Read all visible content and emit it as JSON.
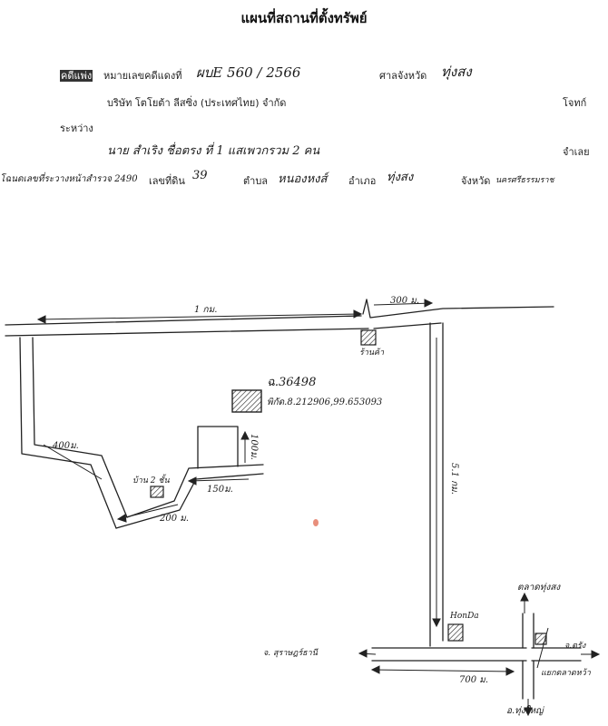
{
  "title": "แผนที่สถานที่ตั้งทรัพย์",
  "header": {
    "case_type": "คดีแพ่ง",
    "red_case_label": "หมายเลขคดีแดงที่",
    "red_case_number": "ผบE 560 / 2566",
    "court": "ศาลจังหวัด",
    "court_name": "ทุ่งสง",
    "plaintiff": "บริษัท โตโยต้า ลีสซิ่ง (ประเทศไทย) จำกัด",
    "plaintiff_role": "โจทก์",
    "between": "ระหว่าง",
    "defendant": "นาย สำเริง ชื่อตรง ที่ 1 แสเพวกรวม 2 คน",
    "defendant_role": "จำเลย",
    "deed_text": "โฉนดเลขที่ระวางหน้าสำรวจ 2490",
    "land_no_label": "เลขที่ดิน",
    "land_no": "39",
    "subdistrict_label": "ตำบล",
    "subdistrict": "หนองหงส์",
    "district_label": "อำเภอ",
    "district": "ทุ่งสง",
    "province_label": "จังหวัด",
    "province": "นครศรีธรรมราช"
  },
  "map": {
    "dist_top": "1 กม.",
    "dist_top_right": "300 ม.",
    "shop_label": "ร้านค้า",
    "parcel_label": "ฉ.36498",
    "coords_label": "พิกัด.8.212906,99.653093",
    "dist_100": "100ม.",
    "dist_400": "400ม.",
    "house_label": "บ้าน 2 ชั้น",
    "dist_150": "150ม.",
    "dist_200": "200 ม.",
    "dist_vertical": "5.1 กม.",
    "honda_label": "HonDa",
    "to_surat": "จ. สุราษฎร์ธานี",
    "market_label": "ตลาดทุ่งสง",
    "to_trang": "จ.ตรัง",
    "junction_label": "แยกตลาดหว้า",
    "dist_bottom": "700 ม.",
    "to_thung_yai": "อ.ทุ่งใหญ่"
  }
}
